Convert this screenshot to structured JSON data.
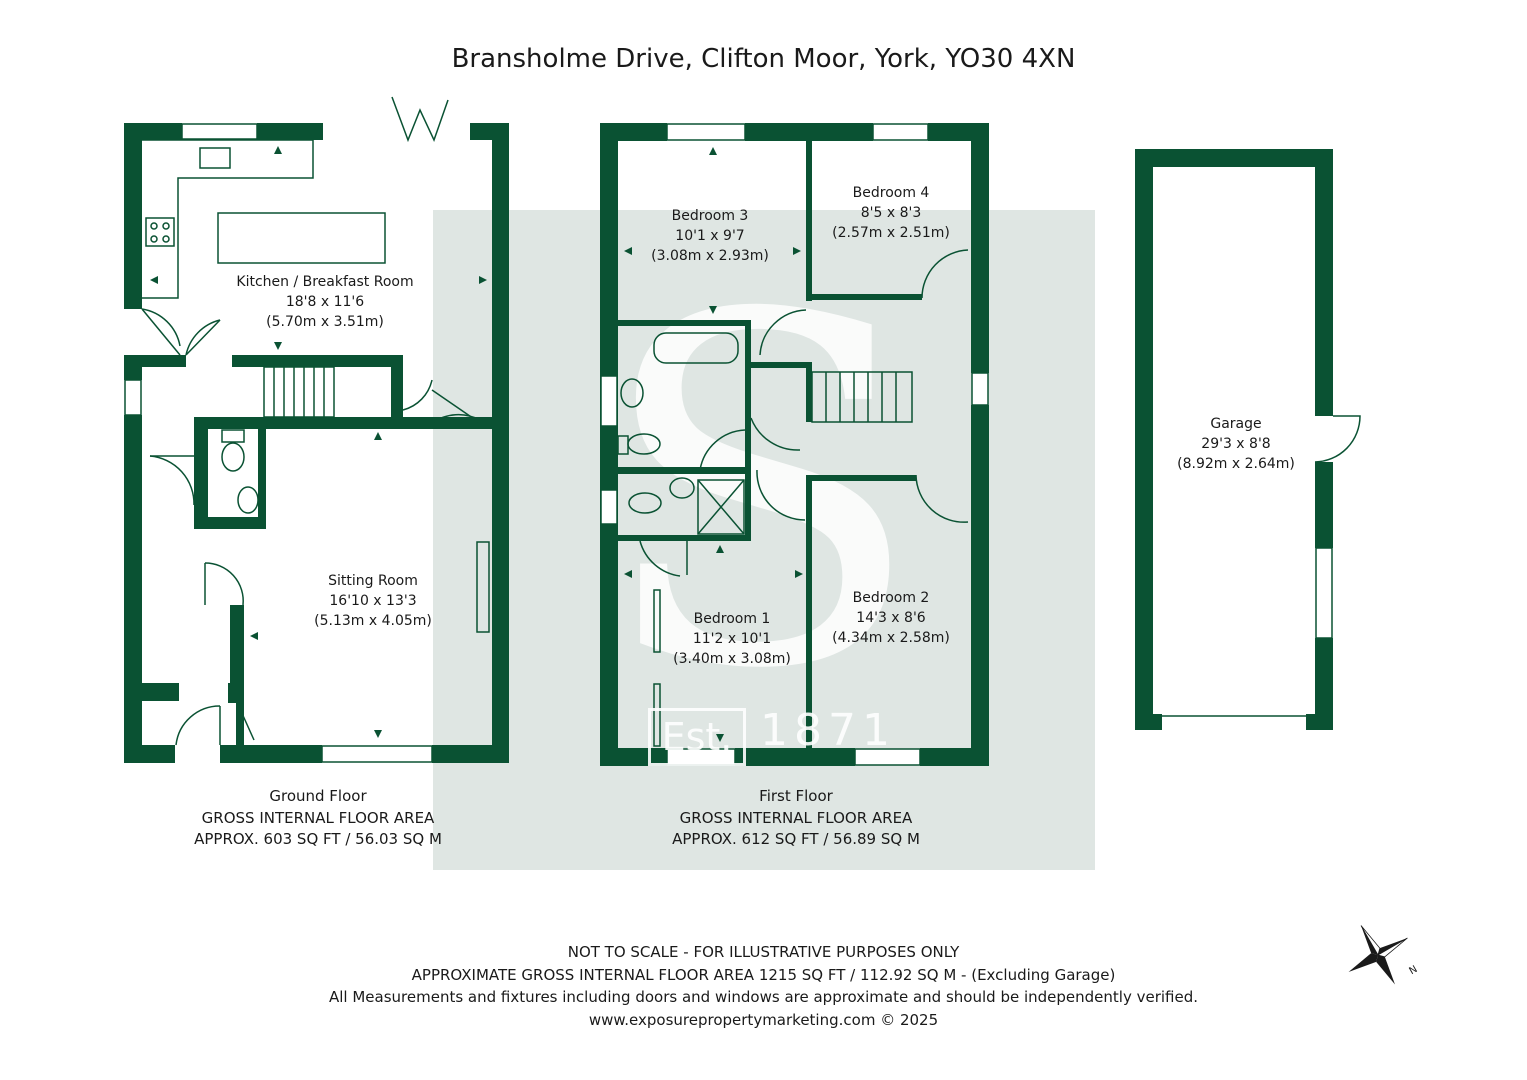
{
  "title": "Bransholme Drive, Clifton Moor, York, YO30 4XN",
  "colors": {
    "wall": "#0a5233",
    "watermark": "#dfe6e3",
    "text": "#1a1a1a"
  },
  "watermark": {
    "est": "Est.",
    "year": "1871"
  },
  "rooms": {
    "kitchen": {
      "name": "Kitchen / Breakfast Room",
      "imperial": "18'8 x 11'6",
      "metric": "(5.70m x 3.51m)"
    },
    "sitting": {
      "name": "Sitting Room",
      "imperial": "16'10 x 13'3",
      "metric": "(5.13m x 4.05m)"
    },
    "bedroom3": {
      "name": "Bedroom 3",
      "imperial": "10'1 x 9'7",
      "metric": "(3.08m x 2.93m)"
    },
    "bedroom4": {
      "name": "Bedroom 4",
      "imperial": "8'5 x 8'3",
      "metric": "(2.57m x 2.51m)"
    },
    "bedroom1": {
      "name": "Bedroom 1",
      "imperial": "11'2 x 10'1",
      "metric": "(3.40m x 3.08m)"
    },
    "bedroom2": {
      "name": "Bedroom 2",
      "imperial": "14'3 x 8'6",
      "metric": "(4.34m x 2.58m)"
    },
    "garage": {
      "name": "Garage",
      "imperial": "29'3 x 8'8",
      "metric": "(8.92m x 2.64m)"
    }
  },
  "floors": {
    "ground": {
      "name": "Ground Floor",
      "line1": "GROSS INTERNAL FLOOR AREA",
      "line2": "APPROX. 603 SQ FT / 56.03 SQ M"
    },
    "first": {
      "name": "First Floor",
      "line1": "GROSS INTERNAL FLOOR AREA",
      "line2": "APPROX. 612 SQ FT / 56.89 SQ M"
    }
  },
  "footer": {
    "line1": "NOT TO SCALE - FOR ILLUSTRATIVE PURPOSES ONLY",
    "line2": "APPROXIMATE GROSS INTERNAL FLOOR AREA 1215 SQ FT / 112.92 SQ M - (Excluding Garage)",
    "line3": "All Measurements and fixtures including doors and windows are approximate and should be independently verified.",
    "line4": "www.exposurepropertymarketing.com © 2025"
  },
  "compass": {
    "label": "N",
    "icon": "compass-star-icon"
  }
}
